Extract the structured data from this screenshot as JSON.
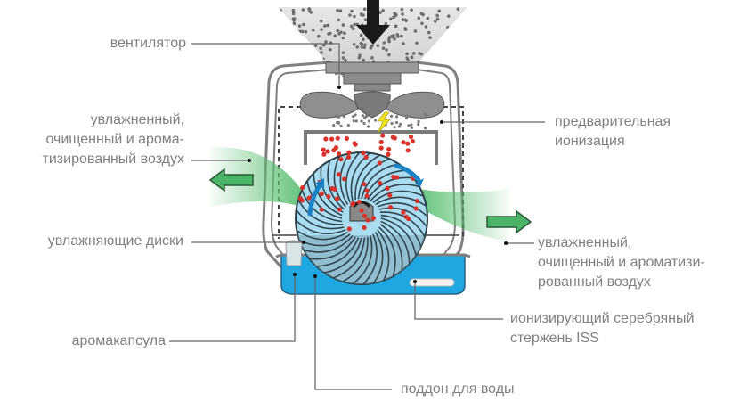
{
  "diagram": {
    "subject": "Air washer (humidifier-purifier) operating principle",
    "colors": {
      "label_text": "#808080",
      "leader_line": "#666666",
      "housing": "#8c8c8c",
      "fan": "#8f8f8f",
      "disc_blue": "#a9dcef",
      "water_blue": "#1fa7e2",
      "ion_red": "#d9322a",
      "airflow_green": "#49b86a",
      "spark_yellow": "#f2e21c",
      "intake_arrow": "#1a1a1a"
    },
    "labels": [
      {
        "id": "fan",
        "lines": [
          "вентилятор"
        ]
      },
      {
        "id": "air-out-left",
        "lines": [
          "увлажненный,",
          "очищенный и арома-",
          "тизированный воздух"
        ]
      },
      {
        "id": "discs",
        "lines": [
          "увлажняющие диски"
        ]
      },
      {
        "id": "aroma-capsule",
        "lines": [
          "аромакапсула"
        ]
      },
      {
        "id": "pre-ionization",
        "lines": [
          "предварительная",
          "ионизация"
        ]
      },
      {
        "id": "air-out-right",
        "lines": [
          "увлажненный,",
          "очищенный и ароматизи-",
          "рованный воздух"
        ]
      },
      {
        "id": "iss-rod",
        "lines": [
          "ионизирующий серебряный",
          "стержень ISS"
        ]
      },
      {
        "id": "water-tray",
        "lines": [
          "поддон для воды"
        ]
      }
    ]
  }
}
